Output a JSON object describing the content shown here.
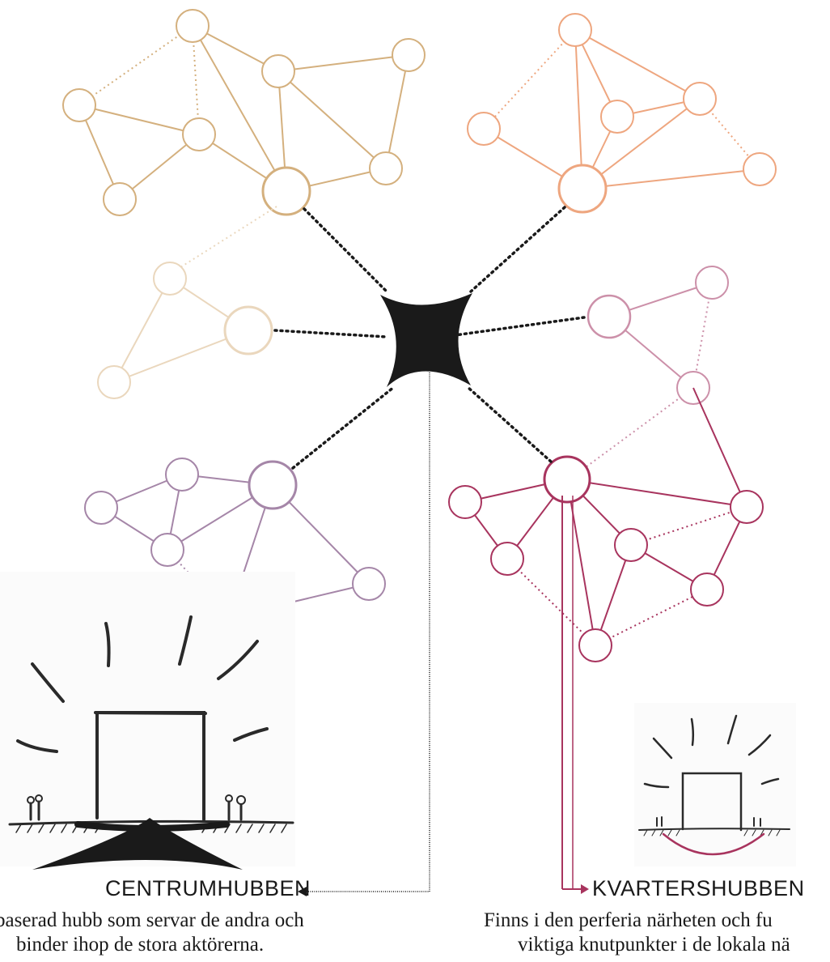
{
  "colors": {
    "cluster_top_left": "#d4b07e",
    "cluster_top_right": "#eea67f",
    "cluster_mid_left": "#ead7bd",
    "cluster_mid_right": "#cc90a9",
    "cluster_bottom_left": "#a586a8",
    "cluster_bottom_right": "#a8345e",
    "connector_dark": "#1a1a1a",
    "connector_magenta": "#a8345e"
  },
  "icons": {
    "central_hub": "four-point-star-icon",
    "central_sketch": "central-hub-building-sketch",
    "local_sketch": "neighborhood-hub-building-sketch"
  },
  "labels": {
    "center": {
      "heading": "CENTRUMHUBBEN",
      "desc_line1": "baserad hubb som servar de andra och",
      "desc_line2": "binder ihop de stora aktörerna."
    },
    "local": {
      "heading": "KVARTERSHUBBEN",
      "desc_line1": "Finns i den perferia närheten och fu",
      "desc_line2": "viktiga knutpunkter i de lokala nä"
    }
  }
}
